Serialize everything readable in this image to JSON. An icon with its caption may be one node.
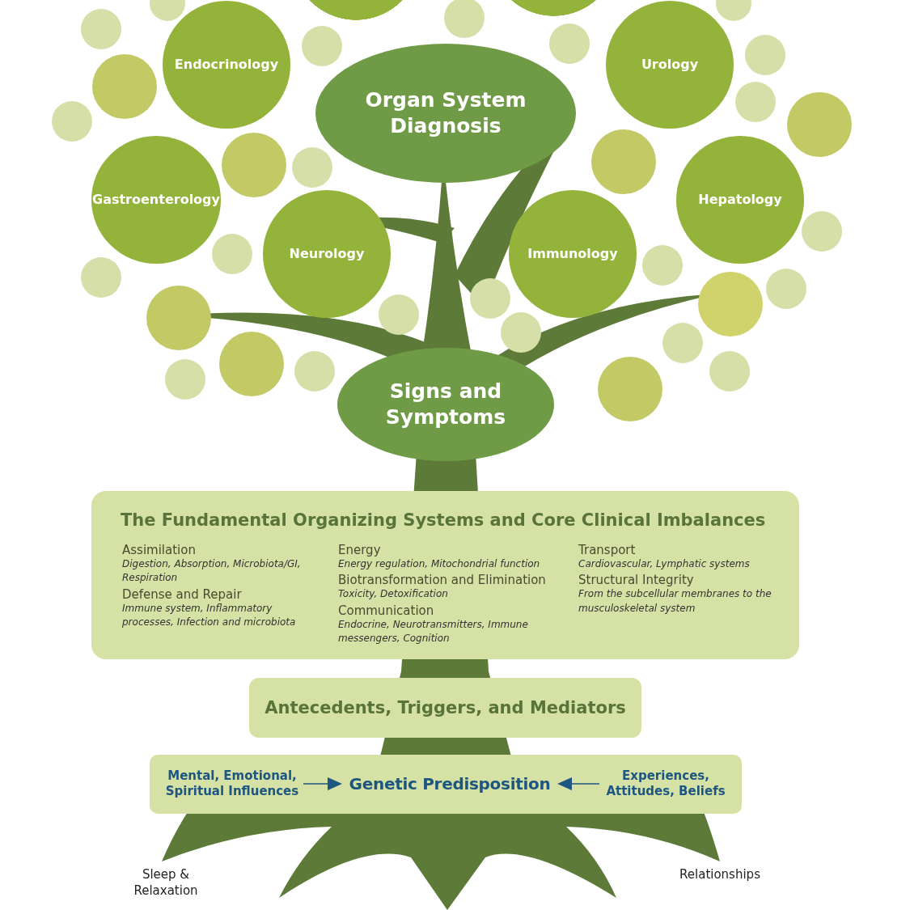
{
  "diagram": {
    "nodes": [
      {
        "text": [],
        "shape": "circle"
      },
      {
        "text": [],
        "shape": "circle"
      },
      {
        "text": [],
        "shape": "circle"
      },
      {
        "text": [],
        "shape": "circle"
      },
      {
        "text": [],
        "shape": "circle"
      },
      {
        "text": [],
        "shape": "circle"
      },
      {
        "text": [],
        "shape": "circle"
      },
      {
        "text": [],
        "shape": "circle"
      },
      {
        "text": [],
        "shape": "circle"
      },
      {
        "text": [
          "Endocrinology"
        ]
      },
      {
        "text": [
          "Urology"
        ]
      },
      {
        "text": [],
        "shape": "circle"
      },
      {
        "text": [],
        "shape": "circle"
      },
      {
        "text": [
          "Organ System Diagnosis"
        ]
      },
      {
        "text": [],
        "shape": "circle"
      },
      {
        "text": [],
        "shape": "circle"
      },
      {
        "text": [],
        "shape": "circle"
      },
      {
        "text": [],
        "shape": "circle"
      },
      {
        "text": [],
        "shape": "circle"
      },
      {
        "text": [
          "Gastroenterology"
        ]
      },
      {
        "text": [
          "Hepatology"
        ]
      },
      {
        "text": [],
        "shape": "circle"
      },
      {
        "text": [],
        "shape": "circle"
      },
      {
        "text": [
          "Neurology"
        ]
      },
      {
        "text": [
          "Immunology"
        ]
      },
      {
        "text": [],
        "shape": "circle"
      },
      {
        "text": [],
        "shape": "circle"
      },
      {
        "text": [],
        "shape": "circle"
      },
      {
        "text": [],
        "shape": "circle"
      },
      {
        "text": [],
        "shape": "circle"
      },
      {
        "text": [],
        "shape": "circle"
      },
      {
        "text": [],
        "shape": "circle"
      },
      {
        "text": [],
        "shape": "circle"
      },
      {
        "text": [],
        "shape": "circle"
      },
      {
        "text": [],
        "shape": "circle"
      },
      {
        "text": [],
        "shape": "circle"
      },
      {
        "text": [],
        "shape": "circle"
      },
      {
        "text": [],
        "shape": "circle"
      },
      {
        "text": [],
        "shape": "circle"
      },
      {
        "text": [
          "Signs and Symptoms"
        ]
      },
      {
        "text": [
          "The Fundamental Organizing Systems and Core Clinical Imbalances",
          "Assimilation",
          "Digestion, Absorption, Microbiota/GI, Respiration",
          "Defense and Repair",
          "Immune system, Inflammatory processes, Infection and microbiota",
          "Energy",
          "Energy regulation, Mitochondrial function",
          "Biotransformation and Elimination",
          "Toxicity, Detoxification",
          "Communication",
          "Endocrine, Neurotransmitters, Immune messengers, Cognition",
          "Transport",
          "Cardiovascular, Lymphatic systems",
          "Structural Integrity",
          "From the subcellular membranes to the musculoskeletal system"
        ]
      },
      {
        "text": [
          "Antecedents, Triggers, and Mediators"
        ]
      },
      {
        "text": [],
        "shape": "box"
      },
      {
        "text": [
          "Mental, Emotional, Spiritual Influences"
        ],
        "in": 42
      },
      {
        "text": [
          "Genetic Predisposition"
        ],
        "in": 42
      },
      {
        "text": [
          "Experiences, Attitudes, Beliefs"
        ],
        "in": 42
      }
    ],
    "edges": [
      {
        "from": 43,
        "to": 44,
        "arrow": "to"
      },
      {
        "from": 45,
        "to": 44,
        "arrow": "to"
      }
    ],
    "labels": [
      "Sleep & Relaxation",
      "Relationships"
    ]
  }
}
